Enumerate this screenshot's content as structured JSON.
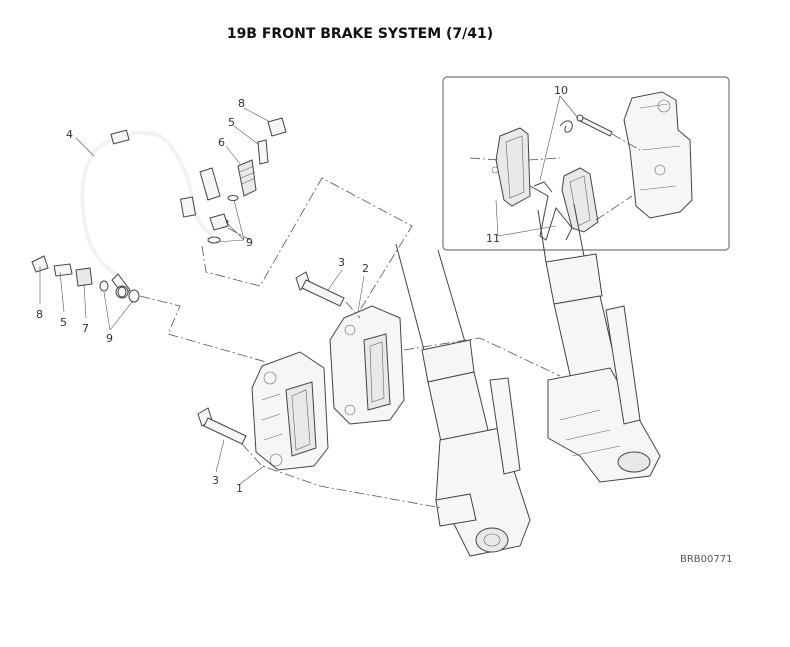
{
  "title": "19B FRONT BRAKE SYSTEM (7/41)",
  "drawing_code": "BRB00771",
  "callouts": {
    "c1": "1",
    "c2": "2",
    "c3a": "3",
    "c3b": "3",
    "c4": "4",
    "c5a": "5",
    "c5b": "5",
    "c6": "6",
    "c7": "7",
    "c8a": "8",
    "c8b": "8",
    "c9a": "9",
    "c9b": "9",
    "c10": "10",
    "c11": "11"
  }
}
